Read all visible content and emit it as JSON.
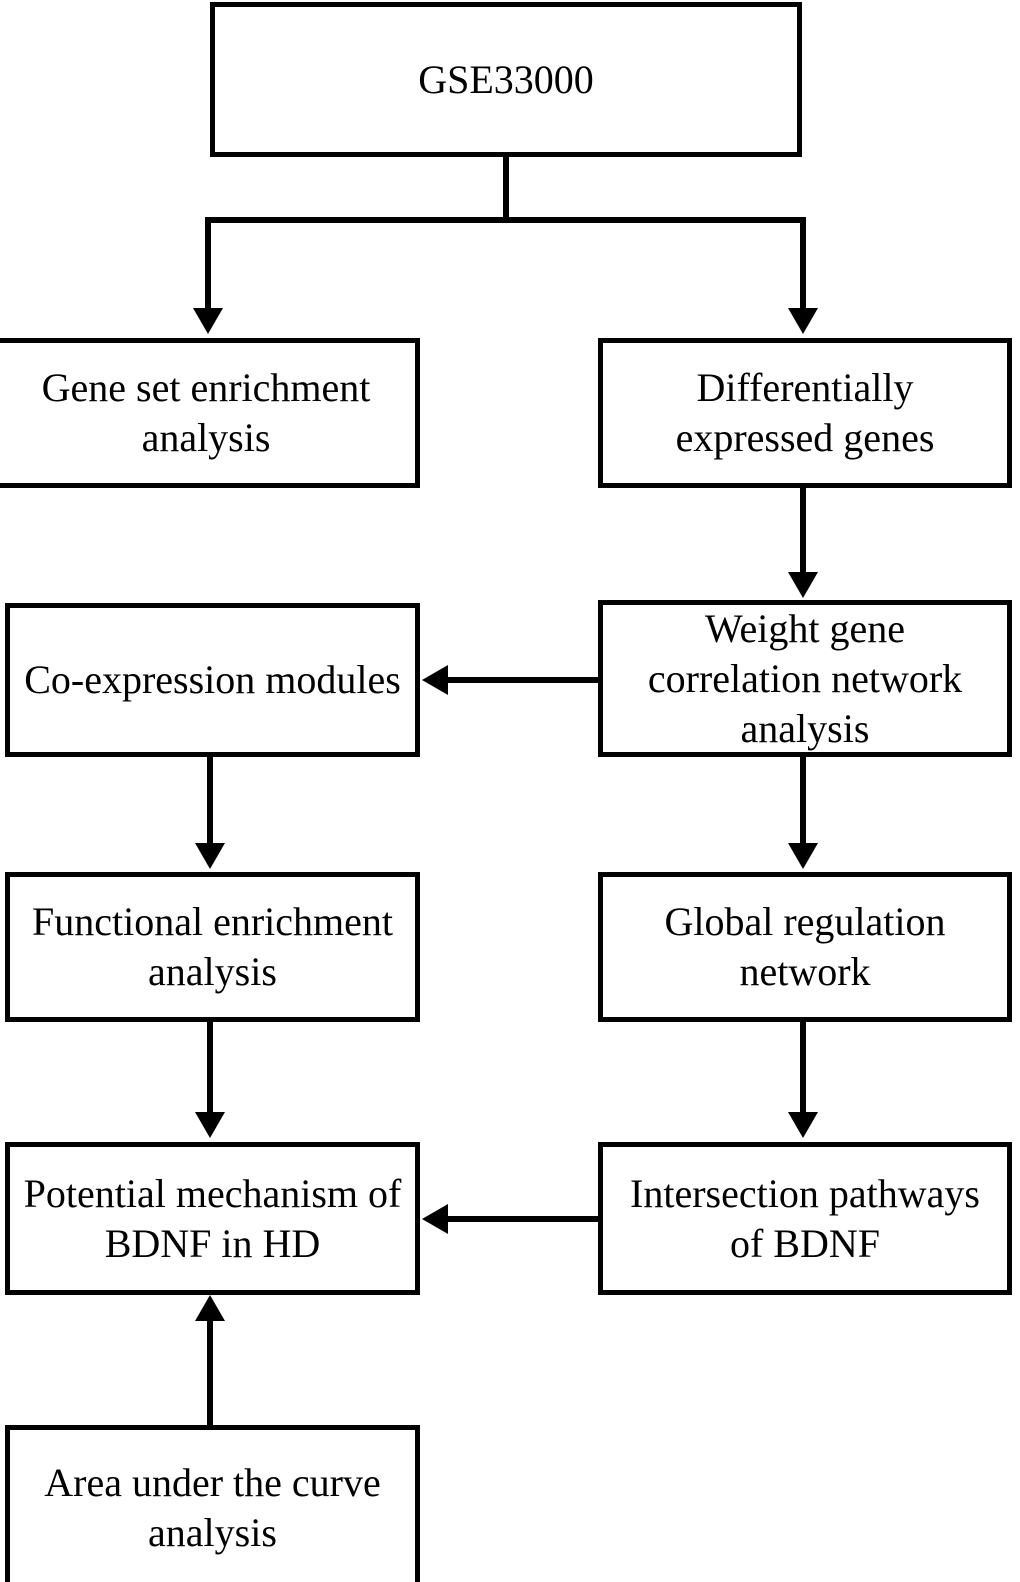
{
  "diagram": {
    "title": "Study workflow flowchart",
    "line_color": "#000000",
    "background_color": "#ffffff",
    "nodes": [
      {
        "id": "dataset",
        "label": "GSE33000"
      },
      {
        "id": "gsea",
        "label": "Gene set enrichment\nanalysis"
      },
      {
        "id": "degs",
        "label": "Differentially\nexpressed genes"
      },
      {
        "id": "coexpression",
        "label": "Co-expression modules"
      },
      {
        "id": "wgcna",
        "label": "Weight gene\ncorrelation network\nanalysis"
      },
      {
        "id": "functional",
        "label": "Functional enrichment\nanalysis"
      },
      {
        "id": "global_network",
        "label": "Global regulation\nnetwork"
      },
      {
        "id": "potential_mechanism",
        "label": "Potential mechanism of\nBDNF in HD"
      },
      {
        "id": "intersection",
        "label": "Intersection pathways\nof BDNF"
      },
      {
        "id": "auc",
        "label": "Area under the curve\nanalysis"
      }
    ],
    "edges": [
      {
        "from": "dataset",
        "to": "gsea",
        "direction": "down"
      },
      {
        "from": "dataset",
        "to": "degs",
        "direction": "down"
      },
      {
        "from": "degs",
        "to": "wgcna",
        "direction": "down"
      },
      {
        "from": "wgcna",
        "to": "coexpression",
        "direction": "left"
      },
      {
        "from": "wgcna",
        "to": "global_network",
        "direction": "down"
      },
      {
        "from": "coexpression",
        "to": "functional",
        "direction": "down"
      },
      {
        "from": "functional",
        "to": "potential_mechanism",
        "direction": "down"
      },
      {
        "from": "global_network",
        "to": "intersection",
        "direction": "down"
      },
      {
        "from": "intersection",
        "to": "potential_mechanism",
        "direction": "left"
      },
      {
        "from": "auc",
        "to": "potential_mechanism",
        "direction": "up"
      }
    ]
  }
}
